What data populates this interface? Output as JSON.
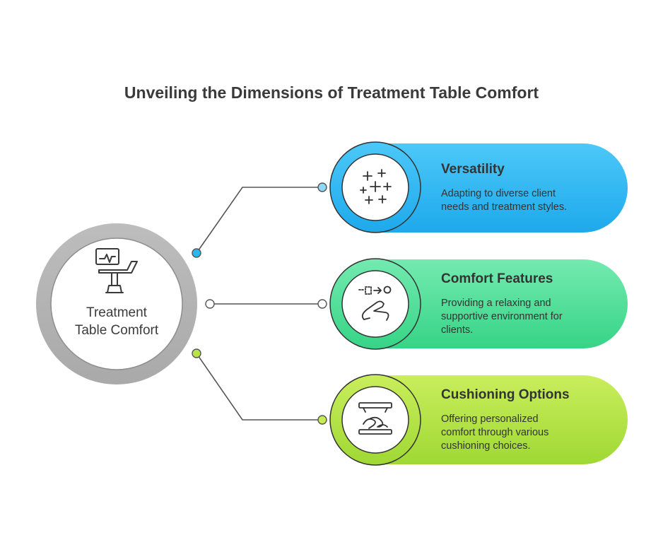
{
  "title": "Unveiling the Dimensions of Treatment Table Comfort",
  "center": {
    "label": "Treatment\nTable Comfort",
    "icon": "treatment-chair-icon"
  },
  "items": [
    {
      "title": "Versatility",
      "description": "Adapting to diverse client\nneeds and treatment styles.",
      "icon": "sparkle-crosses-icon",
      "color": "#21b0ef",
      "accent": "#39c3f8"
    },
    {
      "title": "Comfort Features",
      "description": "Providing a relaxing and\nsupportive environment for\nclients.",
      "icon": "reclining-person-icon",
      "color": "#3ddb8a",
      "accent": "#6de9a8"
    },
    {
      "title": "Cushioning Options",
      "description": "Offering personalized\ncomfort through various\ncushioning choices.",
      "icon": "cushion-stack-icon",
      "color": "#a8df3c",
      "accent": "#c3ec56"
    }
  ],
  "colors": {
    "center_ring": "#b4b4b4",
    "line": "#555555",
    "text": "#333333"
  }
}
